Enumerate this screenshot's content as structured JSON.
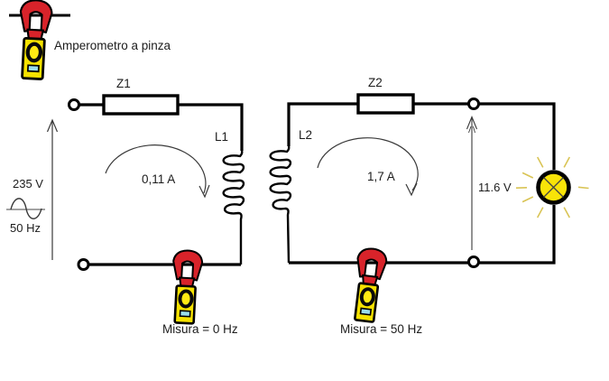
{
  "legend": {
    "clamp_meter_label": "Amperometro a pinza"
  },
  "source": {
    "voltage": "235 V",
    "frequency": "50 Hz"
  },
  "primary_circuit": {
    "impedance_label": "Z1",
    "inductor_label": "L1",
    "current_label": "0,11 A",
    "clamp_measure_label": "Misura = 0 Hz"
  },
  "secondary_circuit": {
    "impedance_label": "Z2",
    "inductor_label": "L2",
    "current_label": "1,7 A",
    "voltage_label": "11.6 V",
    "clamp_measure_label": "Misura = 50 Hz"
  },
  "icons": {
    "clamp_ammeter": "clamp-ammeter-icon",
    "lamp": "lamp-icon",
    "ac_source": "sine-wave-icon",
    "terminal": "terminal-node"
  },
  "colors": {
    "wire": "#000000",
    "clamp_red": "#d8232a",
    "clamp_yellow": "#f6e200",
    "clamp_display_cyan": "#9adcec",
    "lamp_yellow": "#f9e408",
    "lamp_ray_gold": "#d9c455",
    "text": "#1c1c1c"
  }
}
